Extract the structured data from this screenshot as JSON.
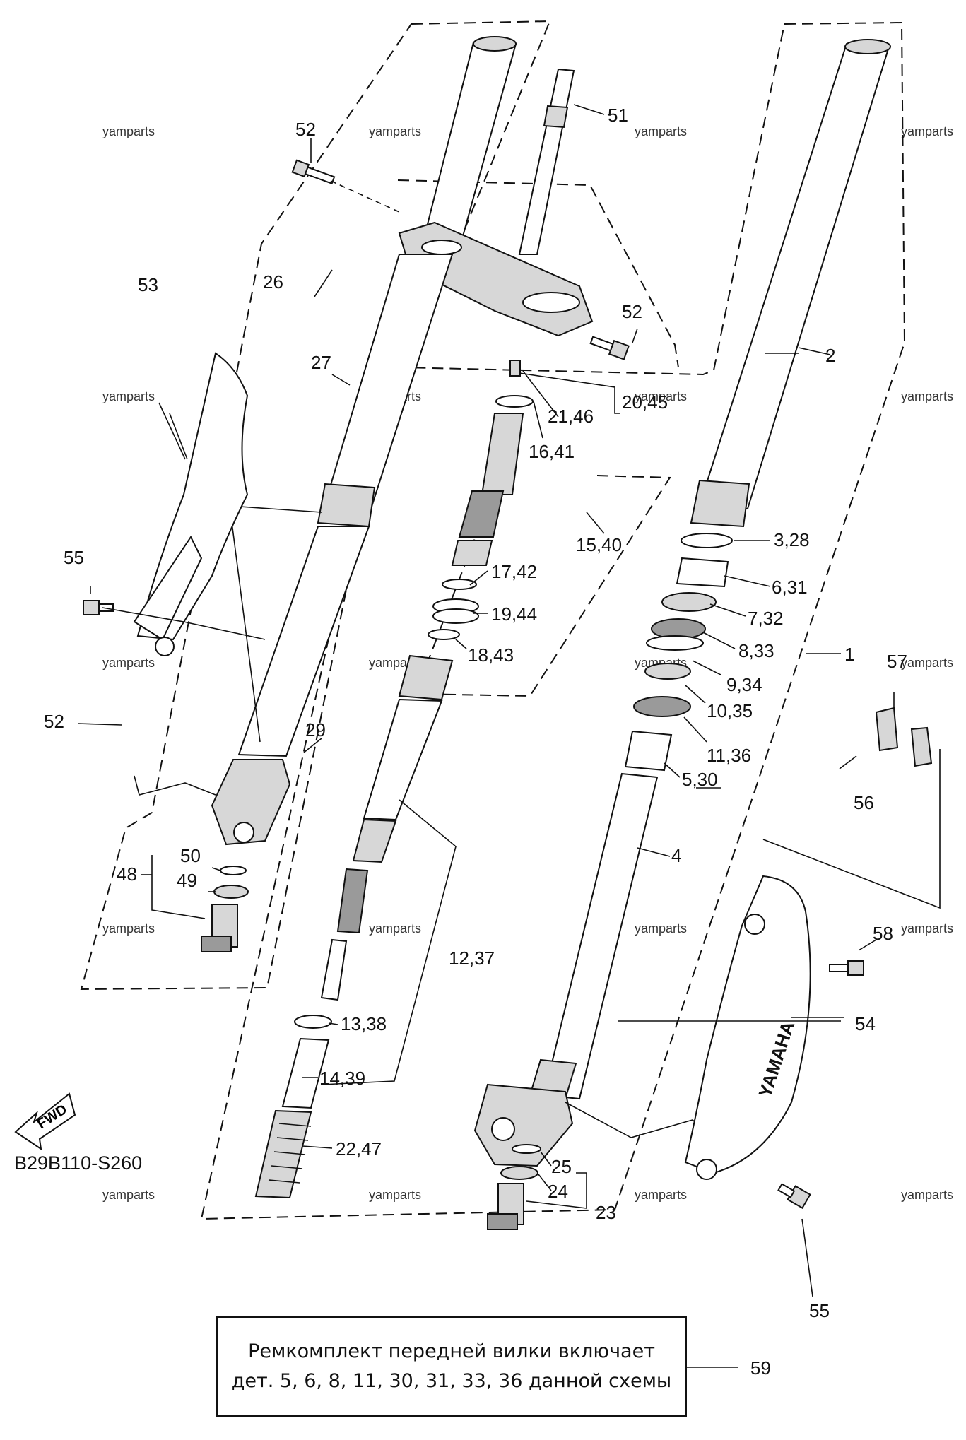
{
  "watermark": "yamparts",
  "diagram_code": "B29B110-S260",
  "fwd_label": "FWD",
  "kit_note": {
    "ref": "59",
    "line1": "Ремкомплект передней вилки включает",
    "line2": "дет. 5, 6, 8, 11, 30, 31, 33, 36 данной схемы"
  },
  "callouts": {
    "c1": "1",
    "c2": "2",
    "c3_28": "3,28",
    "c4": "4",
    "c5_30": "5,30",
    "c6_31": "6,31",
    "c7_32": "7,32",
    "c8_33": "8,33",
    "c9_34": "9,34",
    "c10_35": "10,35",
    "c11_36": "11,36",
    "c12_37": "12,37",
    "c13_38": "13,38",
    "c14_39": "14,39",
    "c15_40": "15,40",
    "c16_41": "16,41",
    "c17_42": "17,42",
    "c18_43": "18,43",
    "c19_44": "19,44",
    "c20_45": "20,45",
    "c21_46": "21,46",
    "c22_47": "22,47",
    "c23": "23",
    "c24": "24",
    "c25": "25",
    "c26": "26",
    "c27": "27",
    "c29": "29",
    "c48": "48",
    "c49": "49",
    "c50": "50",
    "c51": "51",
    "c52a": "52",
    "c52b": "52",
    "c52c": "52",
    "c53": "53",
    "c54": "54",
    "c55a": "55",
    "c55b": "55",
    "c56": "56",
    "c57": "57",
    "c58": "58"
  },
  "shroud_logo": "YAMAHA"
}
